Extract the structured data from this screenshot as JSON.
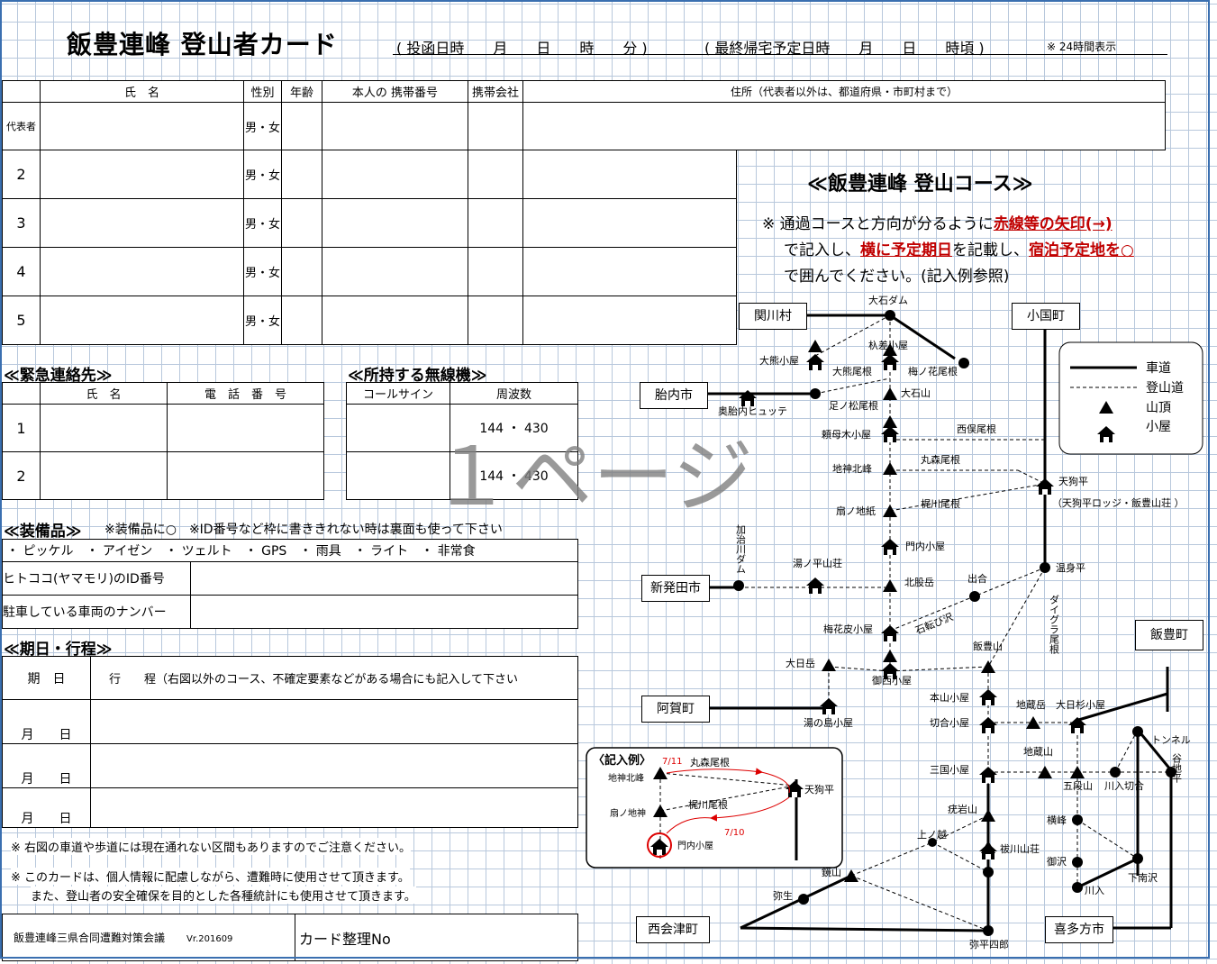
{
  "title": "飯豊連峰  登山者カード",
  "header_fields": {
    "post": "( 投函日時　　月　　日　　時　　分 )",
    "return": "( 最終帰宅予定日時　　月　　日　　時頃 )",
    "note24": "※ 24時間表示"
  },
  "members": {
    "headers": [
      "氏　名",
      "性別",
      "年齢",
      "本人の 携帯番号",
      "携帯会社",
      "住所（代表者以外は、都道府県・市町村まで）"
    ],
    "rows": [
      {
        "no": "代表者",
        "sex": "男・女"
      },
      {
        "no": "2",
        "sex": "男・女"
      },
      {
        "no": "3",
        "sex": "男・女"
      },
      {
        "no": "4",
        "sex": "男・女"
      },
      {
        "no": "5",
        "sex": "男・女"
      }
    ]
  },
  "emergency": {
    "heading": "≪緊急連絡先≫",
    "headers": [
      "氏　名",
      "電　話　番　号"
    ],
    "rows": [
      "1",
      "2"
    ]
  },
  "radio": {
    "heading": "≪所持する無線機≫",
    "headers": [
      "コールサイン",
      "周波数"
    ],
    "freqs": [
      "144 ・ 430",
      "144 ・ 430"
    ]
  },
  "equipment": {
    "heading": "≪装備品≫",
    "note": "※装備品に○　※ID番号など枠に書ききれない時は裏面も使って下さい",
    "items": "・ ピッケル　・ アイゼン　・ ツェルト　・ GPS　・ 雨具　・ ライト　・ 非常食",
    "hitococo": "ヒトココ(ヤマモリ)のID番号",
    "car": "駐車している車両のナンバー"
  },
  "schedule": {
    "heading": "≪期日・行程≫",
    "col1": "期　日",
    "col2": "行　　程（右図以外のコース、不確定要素などがある場合にも記入して下さい",
    "date": "月　　日"
  },
  "notes": [
    "※ 右図の車道や歩道には現在通れない区間もありますのでご注意ください。",
    "※ このカードは、個人情報に配慮しながら、遭難時に使用させて頂きます。",
    "また、登山者の安全確保を目的とした各種統計にも使用させて頂きます。"
  ],
  "footer": {
    "org": "飯豊連峰三県合同遭難対策会議",
    "version": "Vr.201609",
    "card_no": "カード整理No"
  },
  "watermark": "１ページ",
  "course": {
    "title": "≪飯豊連峰  登山コース≫",
    "instr1a": "※ 通過コースと方向が分るように",
    "instr1b": "赤線等の矢印(→)",
    "instr2a": "で記入し、",
    "instr2b": "横に予定期日",
    "instr2c": "を記載し、",
    "instr2d": "宿泊予定地を○",
    "instr3": "で囲んでください。(記入例参照)"
  },
  "legend": {
    "road": "車道",
    "trail": "登山道",
    "peak": "山頂",
    "hut": "小屋"
  },
  "towns": [
    "関川村",
    "小国町",
    "胎内市",
    "新発田市",
    "阿賀町",
    "飯豊町",
    "西会津町",
    "喜多方市"
  ],
  "places": {
    "oishi_dam": "大石ダム",
    "okuma": "大熊小屋",
    "okuma_one": "大熊尾根",
    "ahiru": "杁差小屋",
    "umeko": "梅ノ花尾根",
    "hyutte": "奥胎内ヒュッテ",
    "ashinomatsu": "足ノ松尾根",
    "oishiyama": "大石山",
    "yorimoki": "頼母木小屋",
    "nishimata": "西俣尾根",
    "jigami": "地神北峰",
    "marumori": "丸森尾根",
    "ogi": "扇ノ地紙",
    "kajikawa": "梶川尾根",
    "tenguhira": "天狗平",
    "tenguhira2": "（天狗平ロッジ・飯豊山荘 ）",
    "kajikawa_dam": "加治川ダム",
    "yunohira": "湯ノ平山荘",
    "monnai": "門内小屋",
    "kitamata": "北股岳",
    "deai": "出合",
    "onsenbira": "温身平",
    "daigura": "ダイグラ尾根",
    "ishikorobi": "石転び沢",
    "baikahi": "梅花皮小屋",
    "iideyama": "飯豊山",
    "ohinata": "大日岳",
    "omuro": "御西小屋",
    "yunoshima": "湯の島小屋",
    "motoyama": "本山小屋",
    "jizo": "地蔵岳",
    "ohisugi": "大日杉小屋",
    "kiriai": "切合小屋",
    "tunnel": "トンネル",
    "tanichi": "谷地平",
    "jizoyama": "地蔵山",
    "mikuni": "三国小屋",
    "godan": "五段山",
    "kawairi_kiri": "川入切合",
    "toraiwa": "疣岩山",
    "yokomine": "横峰",
    "kaminokoshi": "上ノ越",
    "hagawa": "祓川山荘",
    "gosawa": "御沢",
    "shimominami": "下南沢",
    "tsuruyama": "鏡山",
    "yayoi": "弥生",
    "kawairi": "川入",
    "yahei": "弥平四郎"
  },
  "example": {
    "title": "〈記入例〉",
    "jigami": "地神北峰",
    "marumori": "丸森尾根",
    "tenguhira": "天狗平",
    "ogi": "扇ノ地神",
    "kajikawa": "梶川尾根",
    "monnai": "門内小屋",
    "d1": "7/11",
    "d2": "7/10"
  }
}
